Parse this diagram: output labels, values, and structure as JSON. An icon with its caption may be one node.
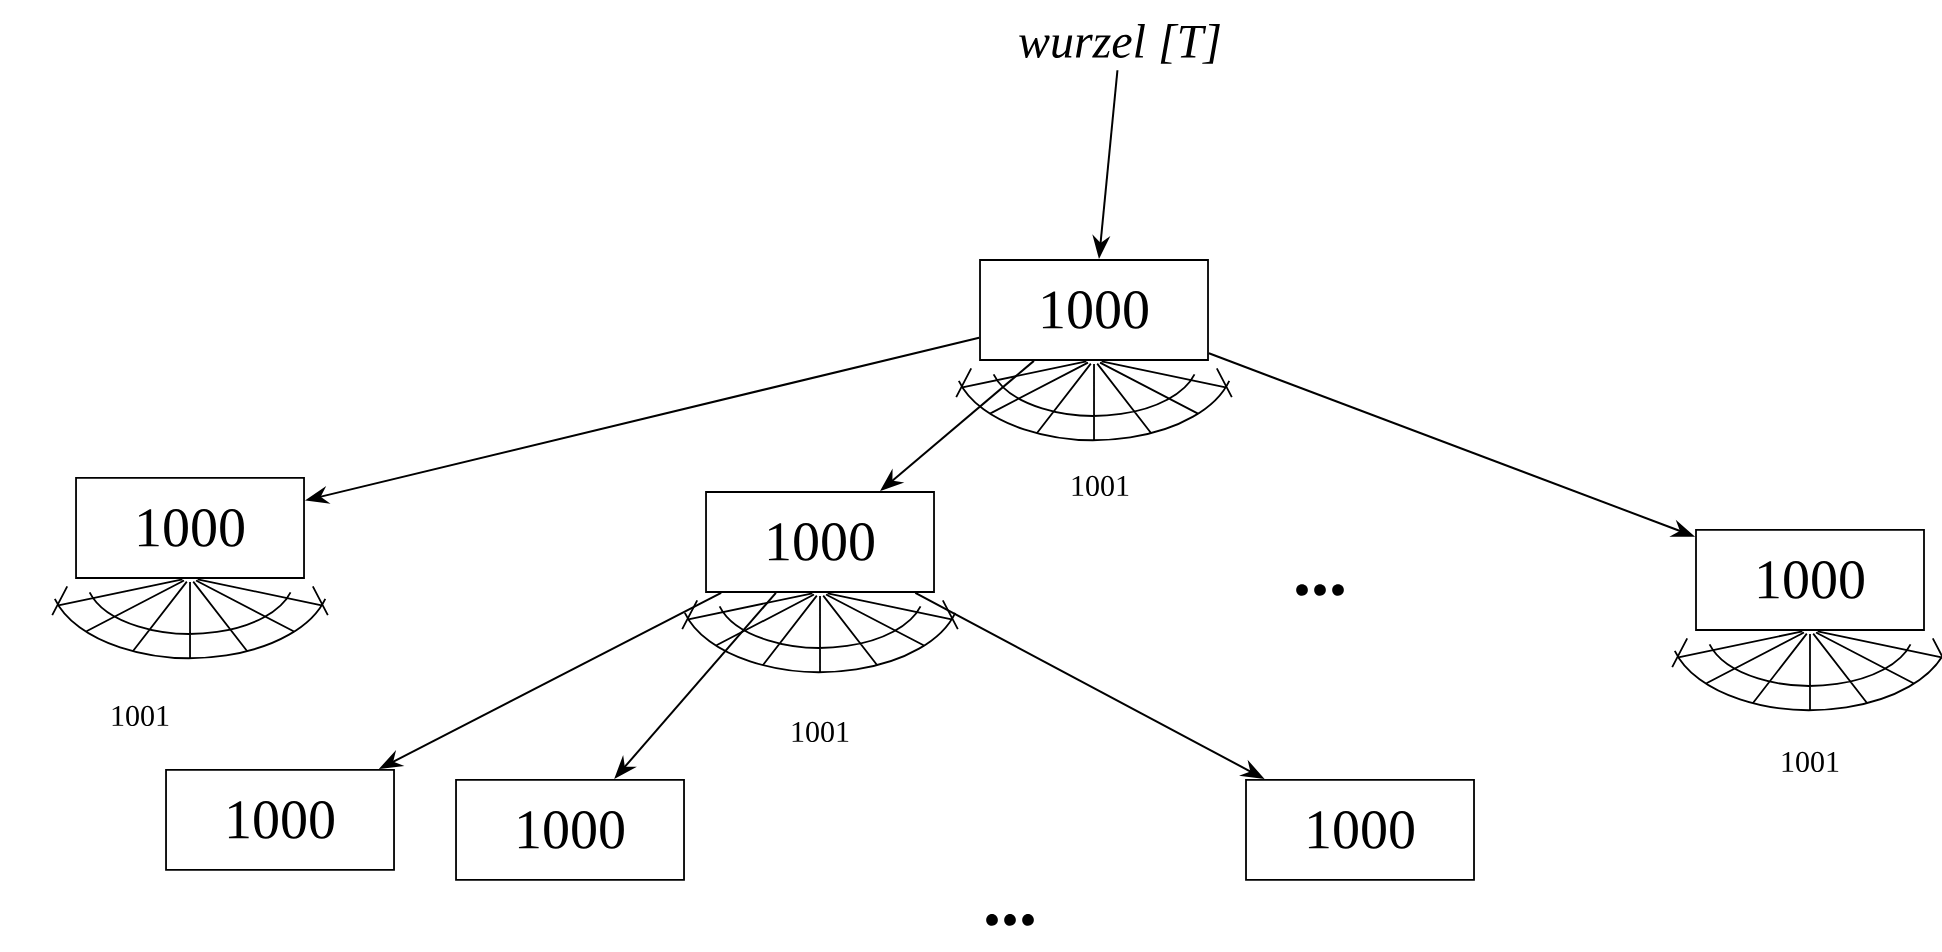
{
  "diagram": {
    "nodes": [
      {
        "text": [
          "wurzel [T]"
        ]
      },
      {
        "text": [
          "1000"
        ]
      },
      {
        "text": [
          "1000"
        ]
      },
      {
        "text": [
          "1000"
        ]
      },
      {
        "text": [
          "1000"
        ]
      },
      {
        "text": [
          "1000"
        ]
      },
      {
        "text": [
          "1000"
        ]
      },
      {
        "text": [
          "1000"
        ]
      }
    ],
    "edges": [
      {
        "from": 0,
        "to": 1,
        "arrow": "to"
      },
      {
        "from": 1,
        "to": 2,
        "arrow": "to"
      },
      {
        "from": 1,
        "to": 3,
        "arrow": "to"
      },
      {
        "from": 1,
        "to": 4,
        "arrow": "to"
      },
      {
        "from": 3,
        "to": 5,
        "arrow": "to"
      },
      {
        "from": 3,
        "to": 6,
        "arrow": "to"
      },
      {
        "from": 3,
        "to": 7,
        "arrow": "to"
      }
    ],
    "labels": [
      "1001",
      "...",
      "1001",
      "1001",
      "1001",
      "..."
    ]
  }
}
